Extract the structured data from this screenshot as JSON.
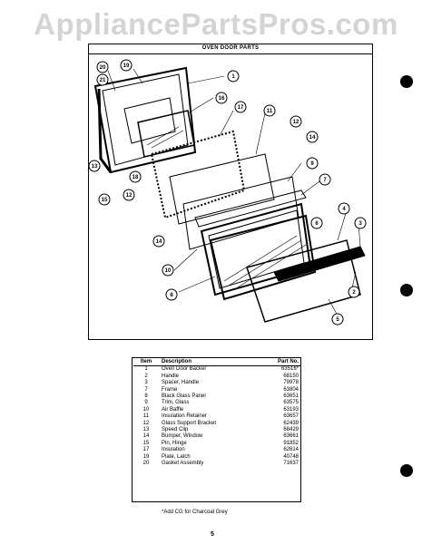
{
  "watermark": "AppliancePartsPros.com",
  "diagram": {
    "title": "OVEN DOOR PARTS",
    "callouts": [
      "20",
      "21",
      "19",
      "1",
      "16",
      "17",
      "11",
      "12",
      "14",
      "13",
      "18",
      "15",
      "12",
      "14",
      "9",
      "7",
      "4",
      "3",
      "6",
      "2",
      "10",
      "8",
      "5"
    ]
  },
  "parts_table": {
    "headers": [
      "Item",
      "Description",
      "Part No."
    ],
    "rows": [
      [
        "1",
        "Oven Door Backer",
        "63516*"
      ],
      [
        "2",
        "Handle",
        "68150"
      ],
      [
        "3",
        "Spacer, Handle",
        "79978"
      ],
      [
        "7",
        "Frame",
        "63804"
      ],
      [
        "8",
        "Black Glass Panel",
        "63651"
      ],
      [
        "9",
        "Trim, Glass",
        "63575"
      ],
      [
        "10",
        "Air Baffle",
        "63193"
      ],
      [
        "11",
        "Insulation Retainer",
        "63657"
      ],
      [
        "12",
        "Glass Support Bracket",
        "62439"
      ],
      [
        "13",
        "Speed Clip",
        "68429"
      ],
      [
        "14",
        "Bumper, Window",
        "63661"
      ],
      [
        "15",
        "Pin, Hinge",
        "91852"
      ],
      [
        "17",
        "Insulation",
        "62614"
      ],
      [
        "19",
        "Plate, Latch",
        "40748"
      ],
      [
        "20",
        "Gasket Assembly",
        "71637"
      ]
    ],
    "footnote": "*Add CG for Charcoal Grey"
  },
  "page_number": "5"
}
